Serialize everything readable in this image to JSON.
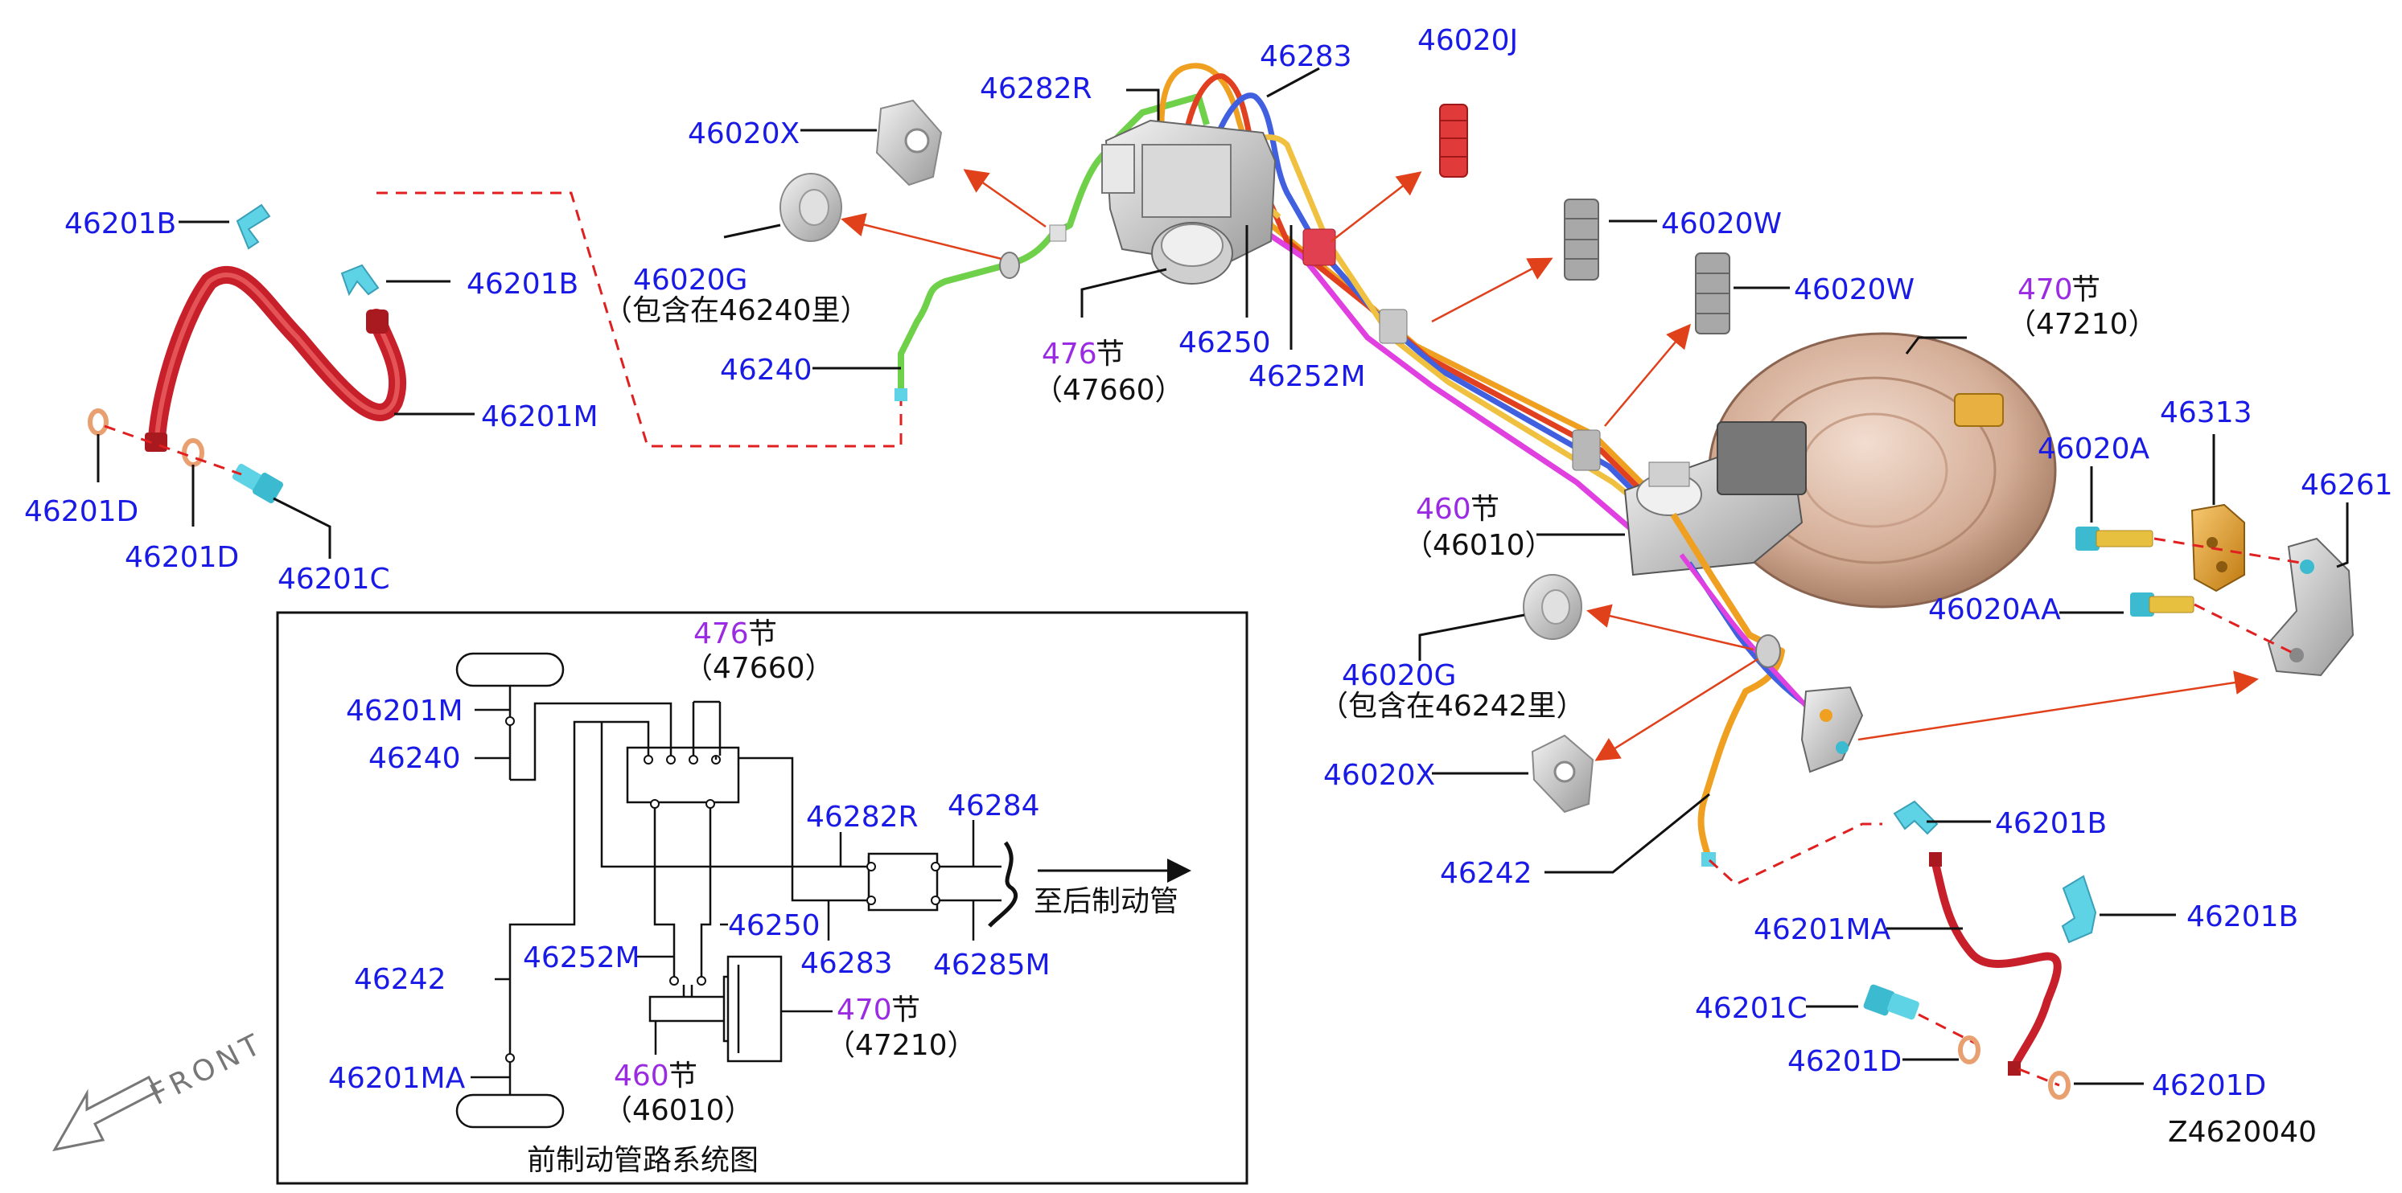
{
  "labels": {
    "p46201B_a": "46201B",
    "p46201B_b": "46201B",
    "p46201M": "46201M",
    "p46201D_a": "46201D",
    "p46201D_b": "46201D",
    "p46201C": "46201C",
    "p46020X_top": "46020X",
    "p46020G_top": "46020G",
    "p46020G_top_note": "（包含在46240里）",
    "p46240": "46240",
    "p46282R": "46282R",
    "p46283": "46283",
    "p46020J": "46020J",
    "p46020W_a": "46020W",
    "p46020W_b": "46020W",
    "sec476_num": "476",
    "sec_char": "节",
    "sec476_code": "（47660）",
    "p46250": "46250",
    "p46252M": "46252M",
    "sec470_num": "470",
    "sec470_code": "（47210）",
    "sec460_num": "460",
    "sec460_code": "（46010）",
    "p46020A": "46020A",
    "p46313": "46313",
    "p46261": "46261",
    "p46020AA": "46020AA",
    "p46020G_bot": "46020G",
    "p46020G_bot_note": "（包含在46242里）",
    "p46020X_bot": "46020X",
    "p46242": "46242",
    "p46201B_c": "46201B",
    "p46201B_d": "46201B",
    "p46201MA": "46201MA",
    "p46201C_b": "46201C",
    "p46201D_c": "46201D",
    "p46201D_d": "46201D",
    "drawing_no": "Z4620040",
    "front": "FRONT"
  },
  "schematic": {
    "title": "前制动管路系统图",
    "s476_num": "476",
    "s476_char": "节",
    "s476_code": "（47660）",
    "s46201M": "46201M",
    "s46240": "46240",
    "s46282R": "46282R",
    "s46284": "46284",
    "to_rear": "至后制动管",
    "s46252M": "46252M",
    "s46250": "46250",
    "s46283": "46283",
    "s46285M": "46285M",
    "s46242": "46242",
    "s470_num": "470",
    "s470_char": "节",
    "s470_code": "（47210）",
    "s460_num": "460",
    "s460_char": "节",
    "s460_code": "（46010）",
    "s46201MA": "46201MA"
  },
  "colors": {
    "part_number": "#1a1ae6",
    "section_number": "#9a2be2",
    "hose_red": "#c8202a",
    "clip_cyan": "#5fd3e6",
    "leader_arrow": "#e0401a",
    "dashed_red": "#e02020",
    "pipe_green": "#6fd04a",
    "pipe_orange": "#f0a020",
    "pipe_magenta": "#e040e0",
    "pipe_blue": "#4060e0",
    "booster_tan": "#d9b8a0",
    "bracket_orange": "#f0a030"
  }
}
